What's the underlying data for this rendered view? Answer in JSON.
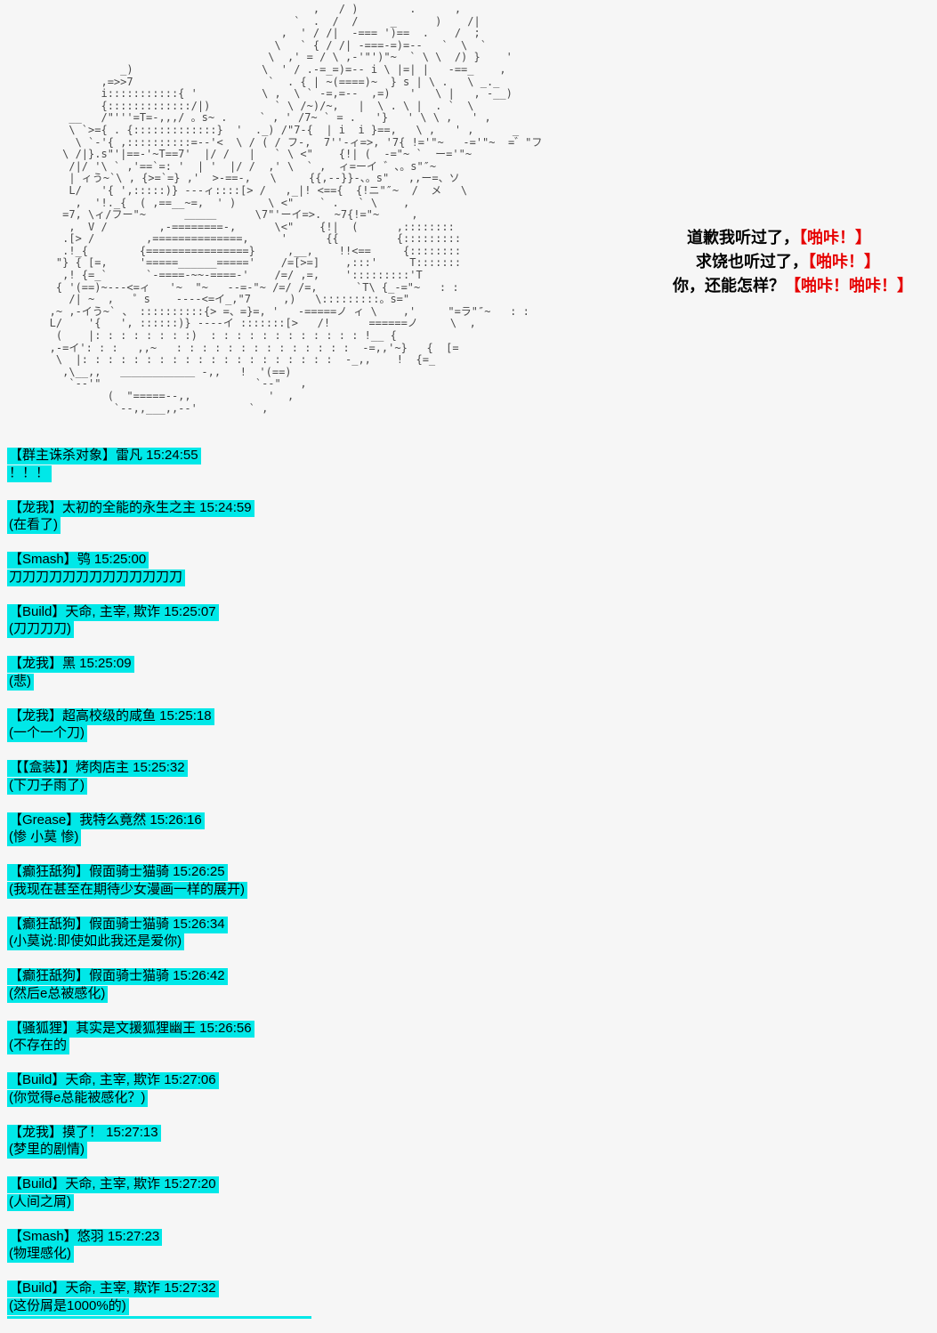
{
  "page": {
    "background": "#f6f6f6"
  },
  "ascii_art": {
    "color": "#4a4a4a",
    "lines": [
      "                                            ,   / )        .      ,",
      "                                         `  .  /  /     _      )    /|",
      "                                       ,  ' / /|  -=== ')==  .    /  ;",
      "                                      \\   ` { / /| -===-=)=--   `  \\  `",
      "                                     \\  ,' = / \\ ,-'\"')\"~  ` \\ \\  /) }    '",
      "              _)                    \\  ' / .-=_=)=-- i \\ |=| |   -==_    ,",
      "           ,=>>7                     `  . { | ~(====)~  } s | \\ .   \\ _._",
      "           i:::::::::::{ '          \\ ,  \\ ` -=,=--  ,=)   '   \\ |   , -__)",
      "           {:::::::::::::/|)          ` \\ /~)/~,   |  \\ . \\ |  . `  \\",
      "      __   /\"'''=T=-,,,/ 。s~ .     ` , ' /7~ ` = .   '}   ' \\ \\ ,   ' ,",
      "      \\ `>={ . {:::::::::::::}  '  ._) /\"7-{  | i  i }==,   \\ ,   ' ,      _",
      "       \\ `-'{ ,::::::::::=--'<  \\ / ( / フ-,  7''-ィ=>, '7{ !='\"~   -='\"~  =゛\"フ",
      "     \\ /|}.s\"'|==-'~T==7'  |/ /   |   ` \\ <\"    {!| (  -=\"~ `  ー='\"~",
      "      /|/ '\\ ` ,'==`=: '  | '  |/ /  ,' \\  ` ,  ィ=ーイ ゛、。s\"″~",
      "      | ィう~`\\ , {>=`=} ,'  >-==-,   \\     {{,--}}-、。s\"   ,,ー=、ソ",
      "      L/   '{ ',:::::)} ---ィ::::[> /   ,_|! <=={  {!ニ\"″~  /  メ   \\",
      "       ,  '!._{  ( ,==__~=,  ' )     \\ <\"    ` .   ` \\    ,",
      "     =7, \\ィ/フー\"~      ＿＿＿      \\7\"'ーイ=>.  ~7{!=\"~     ,",
      "      ,  V /        ,-========-,      \\<\"    {!|  (      ,::::::::",
      "     .[> /        ,==============,     '      {{         {:::::::::",
      "     .!_{        {================}     ,__,    !!<==     {::::::::",
      "    \"} { [=,     '=====______====='    /=[>=]    ,:::'     T:::::::",
      "     ,! {=_`      `-====-~~-====-'    /=/ ,=,    ':::::::::'T",
      "    { '(==)~---<=ィ   '~  \"~   --=-\"~ /=/ /=,      `T\\ {_-=\"~   : :",
      "      /| ~  ,   ゜s    ----<=イ_,\"7     ,)   \\:::::::::。s=\"",
      "   ,~ ,-イう~` 、 ::::::::::{> =、=}=, '   -=====ノ ィ \\    ,'     \"=ラ\"″~   : :",
      "   L/    '{   ', ::::::)} ----イ :::::::[>   /!      ======ノ     \\  ,",
      "    (    |: : : : : : : :)  : : : : : : : : : : : : !__ {",
      "   ,-=イ': : :   ,,~   : : : : : : : : : : : : : :  -=,,'~}   {  [=",
      "    \\  |: : : : : : : : : : : : : : : : : : : :  -_,,    !  {=_",
      "     ,\\__,,   ＿＿＿＿＿＿＿ -,,   !  '(==)",
      "      `--'\"                        `--\"   ,",
      "            (  \"=====--,,            '  ,",
      "             `--,,___,,--'        ` ,",
      "",
      ""
    ]
  },
  "dialogue": {
    "text_color": "#000000",
    "accent_color": "#e60000",
    "lines": [
      {
        "text": "道歉我听过了，",
        "shout": "【啪咔！】"
      },
      {
        "text": "求饶也听过了，",
        "shout": "【啪咔！】"
      },
      {
        "text": "你，还能怎样？",
        "shout": "【啪咔！啪咔！】"
      }
    ]
  },
  "chat": {
    "highlight_color": "#00e8e8",
    "text_color": "#000000",
    "messages": [
      {
        "header": "【群主诛杀对象】雷凡 15:24:55",
        "body": "！！！"
      },
      {
        "header": "【龙我】太初的全能的永生之主 15:24:59",
        "body": "(在看了)"
      },
      {
        "header": "【Smash】鸮 15:25:00",
        "body": "刀刀刀刀刀刀刀刀刀刀刀刀刀"
      },
      {
        "header": "【Build】天命, 主宰, 欺诈 15:25:07",
        "body": "(刀刀刀刀)"
      },
      {
        "header": "【龙我】黑 15:25:09",
        "body": "(悲)"
      },
      {
        "header": "【龙我】超高校级的咸鱼 15:25:18",
        "body": "(一个一个刀)"
      },
      {
        "header": "【【盒装】】烤肉店主 15:25:32",
        "body": "(下刀子雨了)"
      },
      {
        "header": "【Grease】我特么竟然 15:26:16",
        "body": "(惨 小莫 惨)"
      },
      {
        "header": "【癫狂舐狗】假面骑士猫骑 15:26:25",
        "body": "(我现在甚至在期待少女漫画一样的展开)"
      },
      {
        "header": "【癫狂舐狗】假面骑士猫骑 15:26:34",
        "body": "(小莫说:即使如此我还是爱你)"
      },
      {
        "header": "【癫狂舐狗】假面骑士猫骑 15:26:42",
        "body": "(然后e总被感化)"
      },
      {
        "header": "【骚狐狸】其实是文援狐狸幽王 15:26:56",
        "body": "(不存在的"
      },
      {
        "header": "【Build】天命, 主宰, 欺诈 15:27:06",
        "body": "(你觉得e总能被感化？)"
      },
      {
        "header": "【龙我】摸了！ 15:27:13",
        "body": "(梦里的剧情)"
      },
      {
        "header": "【Build】天命, 主宰, 欺诈 15:27:20",
        "body": "(人间之屑)"
      },
      {
        "header": "【Smash】悠羽 15:27:23",
        "body": "(物理感化)"
      },
      {
        "header": "【Build】天命, 主宰, 欺诈 15:27:32",
        "body": "(这份屑是1000%的)"
      }
    ]
  }
}
